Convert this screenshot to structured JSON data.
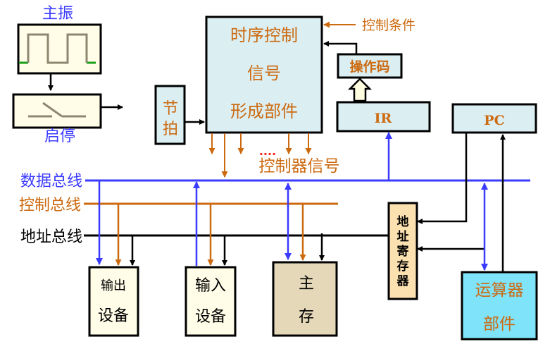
{
  "colors": {
    "blue": "#3b3bff",
    "orange": "#cc6a10",
    "black": "#000000",
    "box_lightblue": "#dbeef2",
    "box_cream": "#fffde8",
    "box_tan": "#e4d8b8",
    "box_peach": "#fbe0b0",
    "box_cyan": "#7fe3fa",
    "wave_gray": "#8c8870",
    "wave_green": "#18a018",
    "dots_red": "#ff2020",
    "ir_arrow_fill": "#fffde0"
  },
  "oscillator": {
    "label": "主振"
  },
  "startstop": {
    "label": "启停"
  },
  "beat": {
    "label_lines": [
      "节",
      "拍"
    ]
  },
  "timing_unit": {
    "label_lines": [
      "时序控制",
      "信号",
      "形成部件"
    ]
  },
  "control_condition": {
    "label": "控制条件"
  },
  "opcode": {
    "label": "操作码"
  },
  "ir": {
    "label": "IR"
  },
  "pc": {
    "label": "PC"
  },
  "controller_signals": {
    "label": "控制器信号",
    "ellipsis": "····"
  },
  "buses": {
    "data": "数据总线",
    "control": "控制总线",
    "address": "地址总线"
  },
  "output_device": {
    "label_lines": [
      "输出",
      "设备"
    ]
  },
  "input_device": {
    "label_lines": [
      "输入",
      "设备"
    ]
  },
  "main_memory": {
    "label_lines": [
      "主",
      "存"
    ]
  },
  "address_register": {
    "label_lines": [
      "地",
      "址",
      "寄",
      "存",
      "器"
    ]
  },
  "alu": {
    "label_lines": [
      "运算器",
      "部件"
    ]
  }
}
